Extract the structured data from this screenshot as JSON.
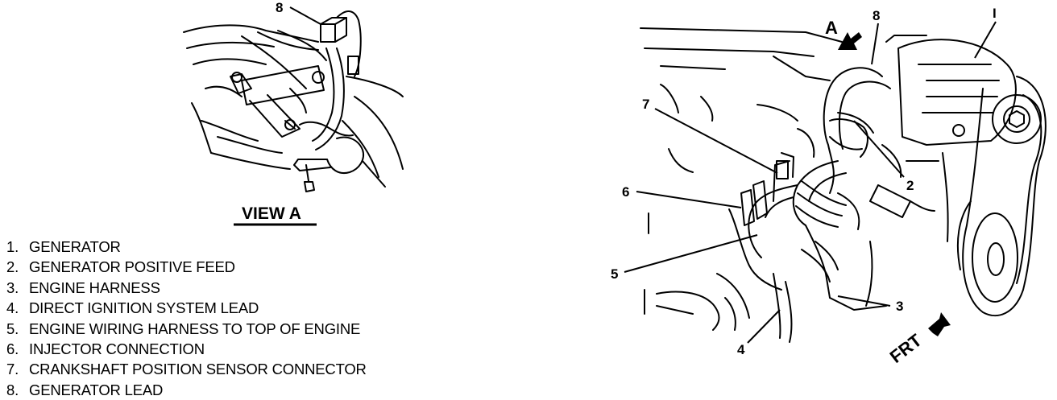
{
  "view_a": {
    "title": "VIEW A",
    "callouts": {
      "c8": "8"
    }
  },
  "main_view": {
    "view_arrow_label": "A",
    "front_arrow_label": "FRT",
    "callouts": {
      "c1": "I",
      "c2": "2",
      "c3": "3",
      "c4": "4",
      "c5": "5",
      "c6": "6",
      "c7": "7",
      "c8": "8"
    }
  },
  "legend": [
    {
      "num": "1.",
      "label": "GENERATOR"
    },
    {
      "num": "2.",
      "label": "GENERATOR POSITIVE FEED"
    },
    {
      "num": "3.",
      "label": "ENGINE HARNESS"
    },
    {
      "num": "4.",
      "label": "DIRECT IGNITION SYSTEM LEAD"
    },
    {
      "num": "5.",
      "label": "ENGINE WIRING HARNESS TO TOP OF ENGINE"
    },
    {
      "num": "6.",
      "label": "INJECTOR CONNECTION"
    },
    {
      "num": "7.",
      "label": "CRANKSHAFT POSITION SENSOR CONNECTOR"
    },
    {
      "num": "8.",
      "label": "GENERATOR LEAD"
    }
  ]
}
